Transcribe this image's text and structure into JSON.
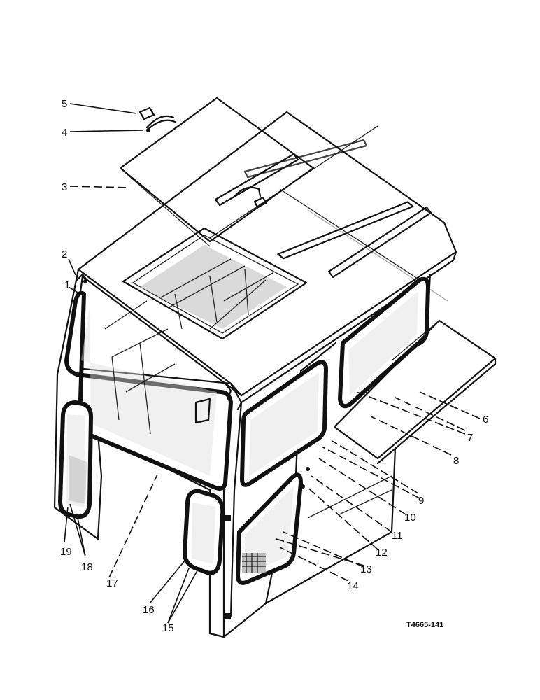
{
  "callouts": {
    "c1": "1",
    "c2": "2",
    "c3": "3",
    "c4": "4",
    "c5": "5",
    "c6": "6",
    "c7": "7",
    "c8": "8",
    "c9": "9",
    "c10": "10",
    "c11": "11",
    "c12": "12",
    "c13": "13",
    "c14": "14",
    "c15": "15",
    "c16": "16",
    "c17": "17",
    "c18": "18",
    "c19": "19"
  },
  "drawing_ref": "T4665-141"
}
